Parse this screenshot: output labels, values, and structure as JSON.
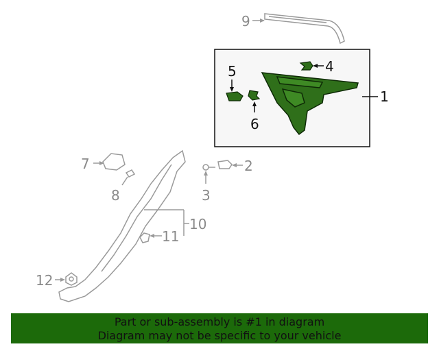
{
  "diagram": {
    "callouts": {
      "c1": "1",
      "c2": "2",
      "c3": "3",
      "c4": "4",
      "c5": "5",
      "c6": "6",
      "c7": "7",
      "c8": "8",
      "c9": "9",
      "c10": "10",
      "c11": "11",
      "c12": "12"
    },
    "highlight_color": "#2f6f1a",
    "line_color": "#9a9a9a"
  },
  "banner": {
    "line1": "Part or sub-assembly is #1 in diagram",
    "line2": "Diagram may not be specific to your vehicle",
    "background": "#1c6a0a"
  }
}
